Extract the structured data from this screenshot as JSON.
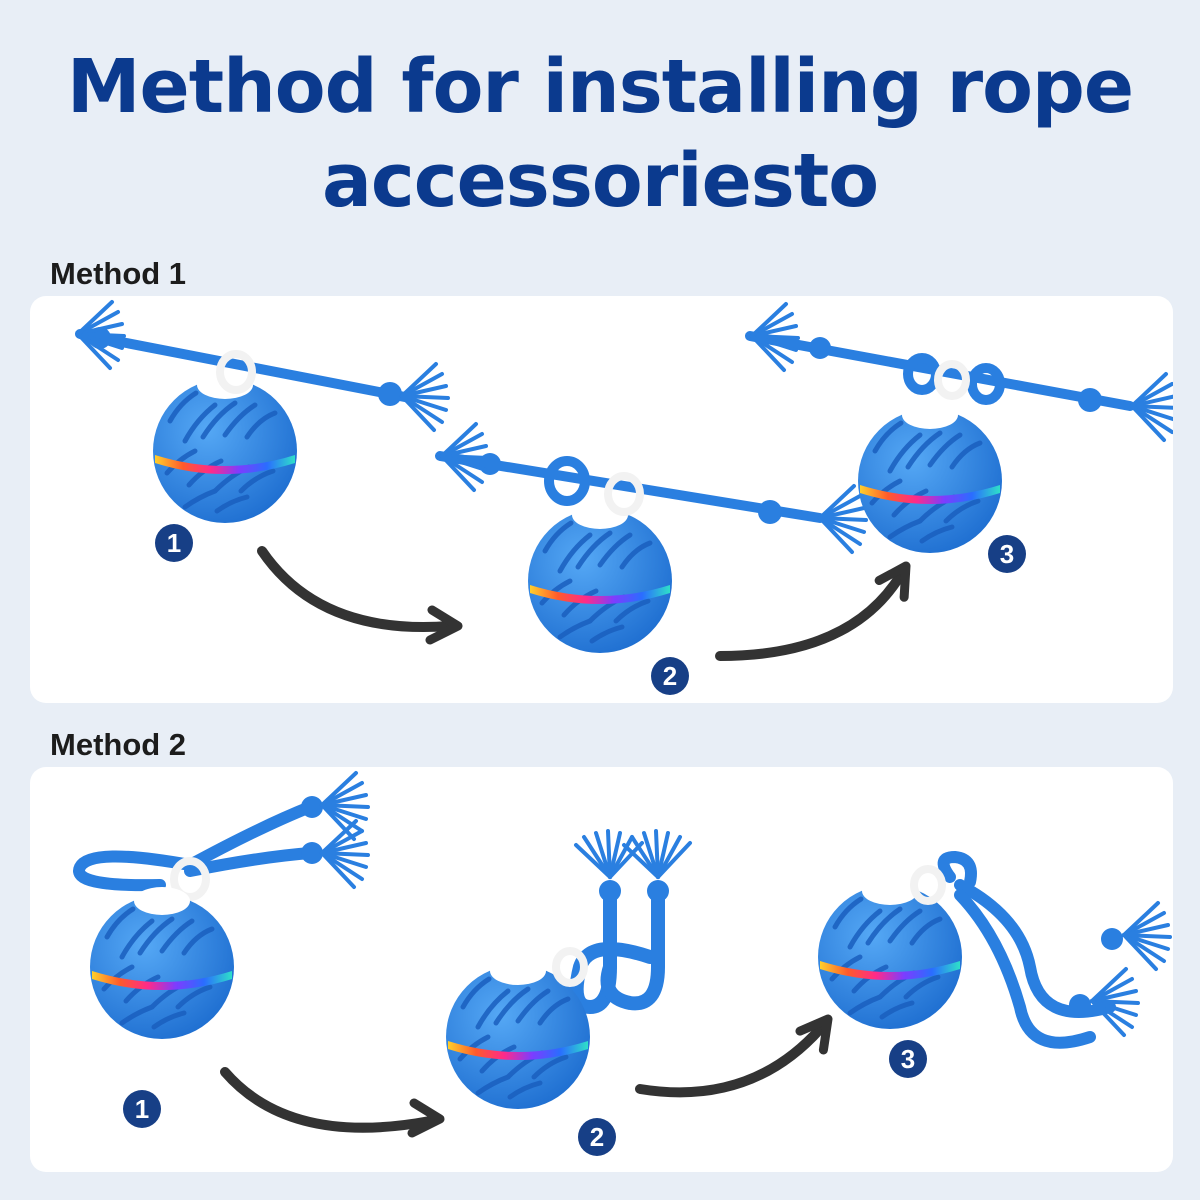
{
  "title": {
    "line1": "Method for installing rope",
    "line2": "accessoriesto"
  },
  "colors": {
    "title": "#0b3a8e",
    "ball": "#2f86e3",
    "rope": "#2a7fe0",
    "badge": "#173f86",
    "arrow": "#333333",
    "panel": "#ffffff",
    "background": "#e8eef6"
  },
  "methods": [
    {
      "label": "Method 1",
      "steps": [
        {
          "number": "1"
        },
        {
          "number": "2"
        },
        {
          "number": "3"
        }
      ]
    },
    {
      "label": "Method 2",
      "steps": [
        {
          "number": "1"
        },
        {
          "number": "2"
        },
        {
          "number": "3"
        }
      ]
    }
  ]
}
